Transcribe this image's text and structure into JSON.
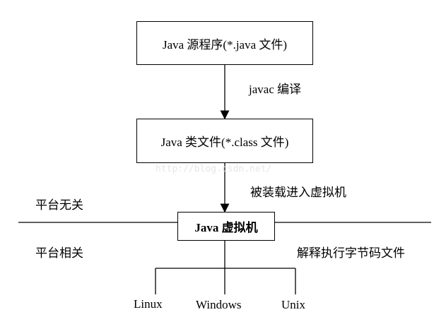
{
  "nodes": {
    "source": "Java 源程序(*.java 文件)",
    "class_file": "Java 类文件(*.class 文件)",
    "jvm": "Java 虚拟机"
  },
  "edges": {
    "compile": "javac 编译",
    "load": "被装载进入虚拟机"
  },
  "regions": {
    "independent": "平台无关",
    "dependent": "平台相关",
    "interpret": "解释执行字节码文件"
  },
  "platforms": [
    "Linux",
    "Windows",
    "Unix"
  ],
  "watermark": "http://blog.csdn.net/"
}
